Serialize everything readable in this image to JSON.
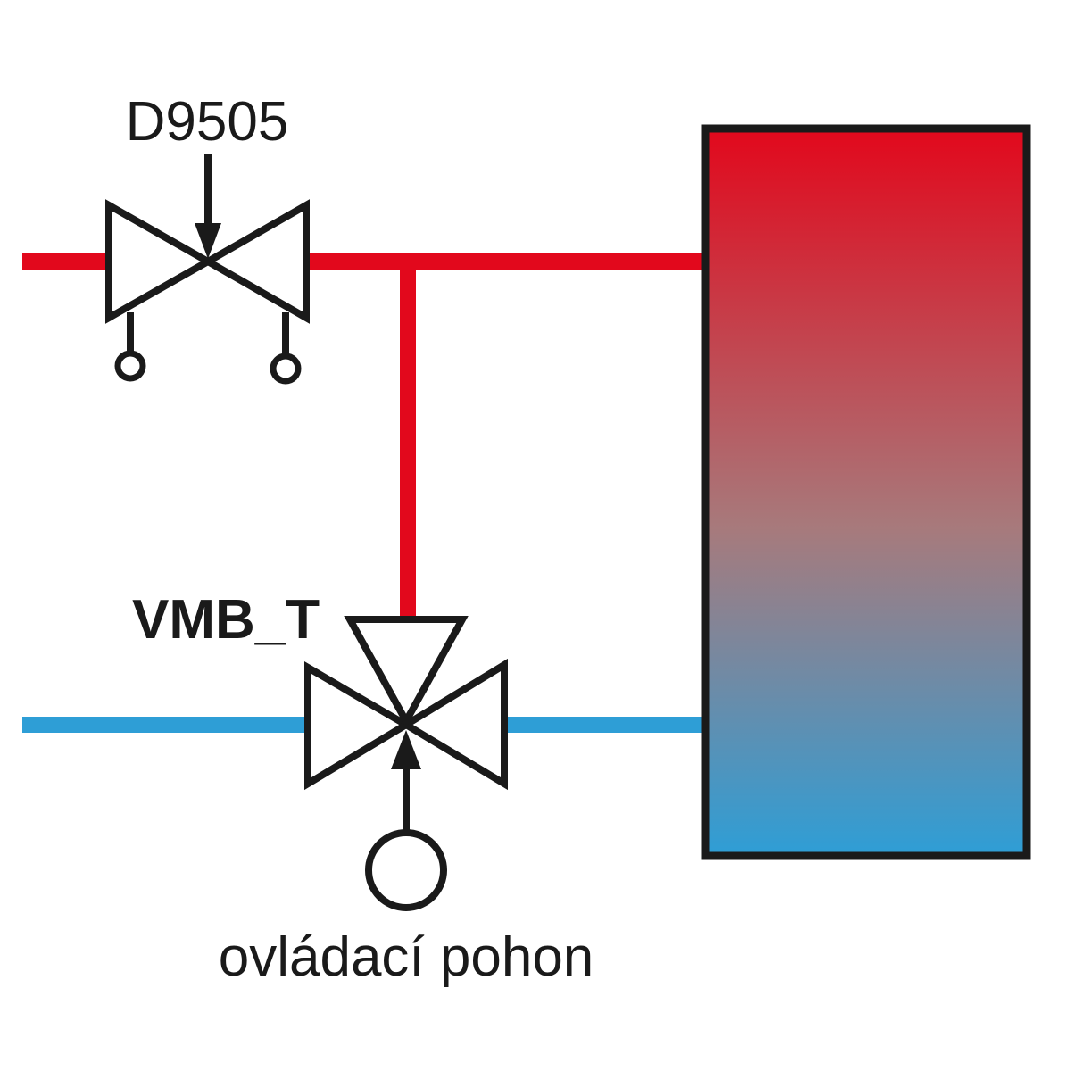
{
  "labels": {
    "top_valve": "D9505",
    "mixing_valve": "VMB_T",
    "actuator": "ovládací pohon"
  },
  "colors": {
    "hot_pipe": "#e2081c",
    "cold_pipe": "#2e9ed6",
    "outline": "#1a1a1a",
    "tank_top": "#e2081c",
    "tank_mid": "#a77a7c",
    "tank_bottom": "#2e9ed6",
    "background": "#ffffff"
  }
}
